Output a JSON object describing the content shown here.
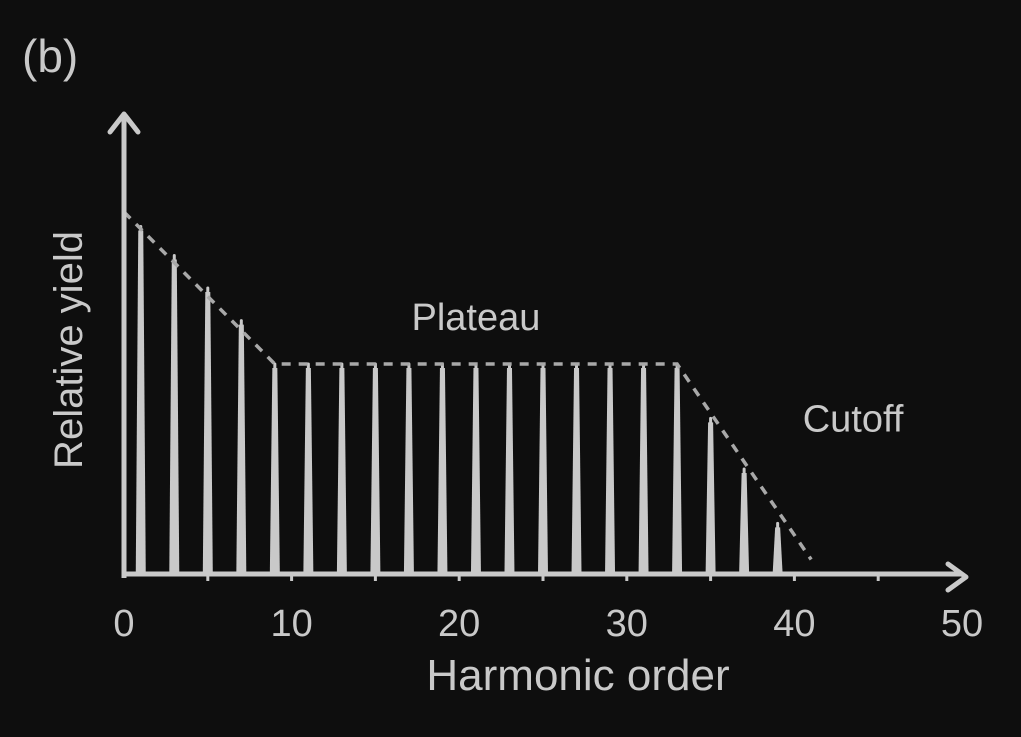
{
  "panel_label": "(b)",
  "colors": {
    "background": "#0e0e0e",
    "foreground": "#c9c9c9",
    "dashed": "#a8a8a8"
  },
  "chart_data": {
    "type": "bar",
    "title": "",
    "xlabel": "Harmonic order",
    "ylabel": "Relative yield",
    "xlim": [
      0,
      50
    ],
    "ylim": [
      0,
      1
    ],
    "xticks": [
      0,
      10,
      20,
      30,
      40,
      50
    ],
    "grid": false,
    "series": [
      {
        "x": [
          1,
          3,
          5,
          7,
          9,
          11,
          13,
          15,
          17,
          19,
          21,
          23,
          25,
          27,
          29,
          31,
          33,
          35,
          37,
          39
        ],
        "values": [
          0.96,
          0.88,
          0.79,
          0.7,
          0.58,
          0.58,
          0.58,
          0.58,
          0.58,
          0.58,
          0.58,
          0.58,
          0.58,
          0.58,
          0.58,
          0.58,
          0.58,
          0.43,
          0.29,
          0.14
        ]
      }
    ],
    "envelope": {
      "x": [
        0,
        9,
        33,
        41
      ],
      "y": [
        1.0,
        0.58,
        0.58,
        0.04
      ]
    },
    "annotations": [
      {
        "text": "Plateau",
        "x": 21,
        "y": 0.71
      },
      {
        "text": "Cutoff",
        "x": 43.5,
        "y": 0.43
      }
    ]
  }
}
